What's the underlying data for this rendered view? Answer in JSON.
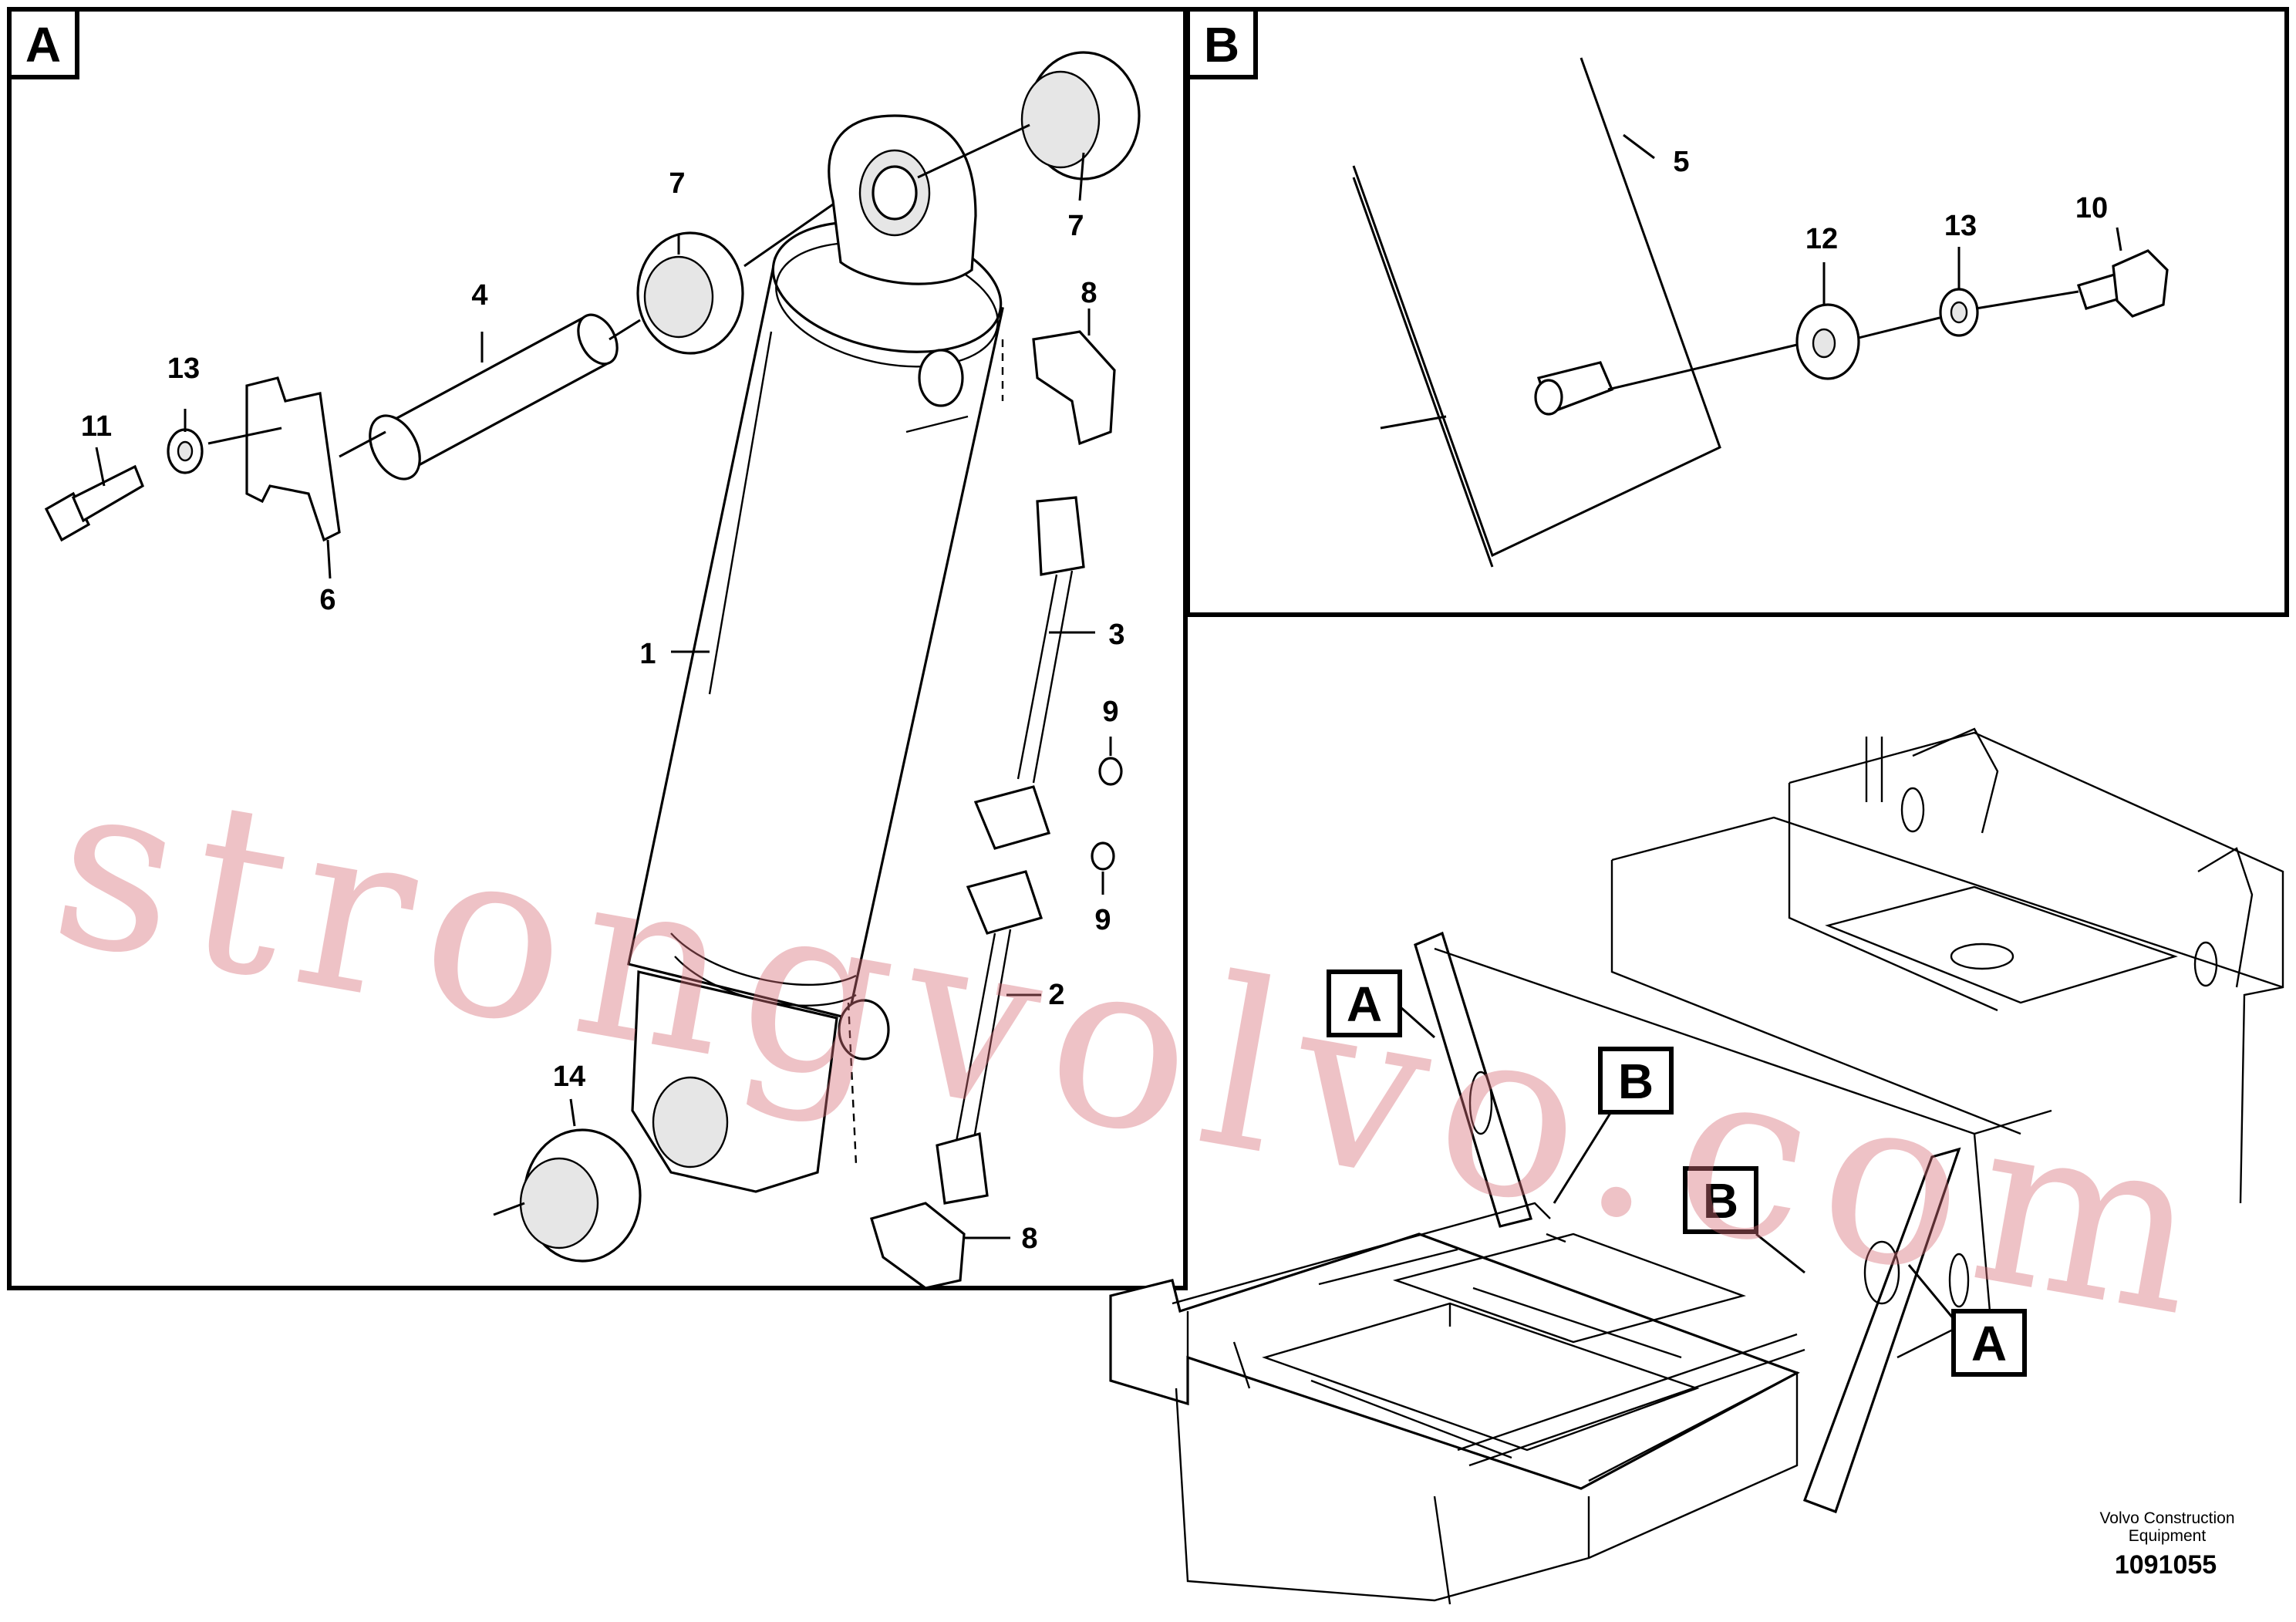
{
  "panels": [
    {
      "tag": "A"
    },
    {
      "tag": "B"
    }
  ],
  "callouts_a": [
    "7",
    "7",
    "4",
    "13",
    "11",
    "6",
    "8",
    "1",
    "3",
    "9",
    "9",
    "2",
    "14",
    "8"
  ],
  "callouts_b": [
    "5",
    "12",
    "13",
    "10"
  ],
  "view_tags": [
    "A",
    "B",
    "B",
    "A"
  ],
  "watermark": "strongvolvo.com",
  "credit": {
    "line1": "Volvo Construction",
    "line2": "Equipment",
    "drawing_number": "1091055"
  }
}
